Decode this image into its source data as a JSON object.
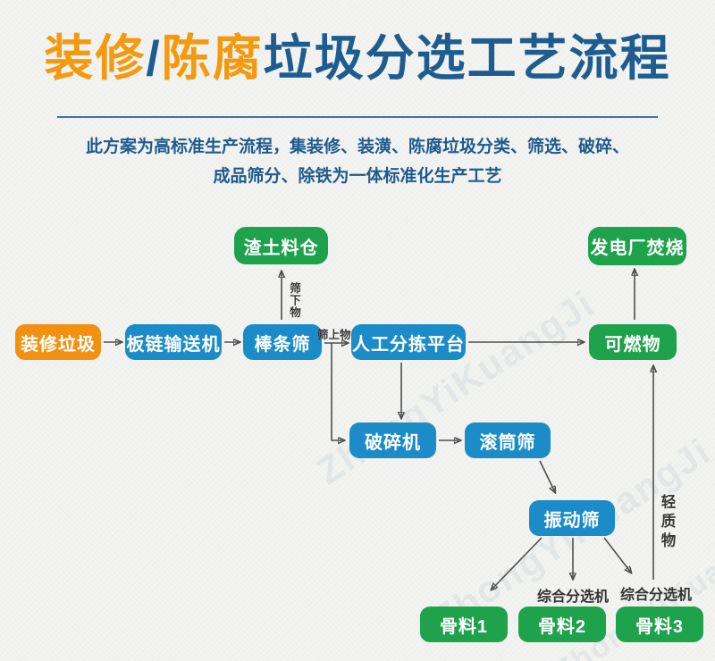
{
  "header": {
    "title": {
      "part1_orange": "装修",
      "slash": "/",
      "part2_orange": "陈腐",
      "part3_blue": "垃圾分选工艺流程"
    },
    "subtitle_line1": "此方案为高标准生产流程，集装修、装潢、陈腐垃圾分类、筛选、破碎、",
    "subtitle_line2": "成品筛分、除铁为一体标准化生产工艺"
  },
  "colors": {
    "title_blue": "#1d5c90",
    "title_orange": "#f59a0e",
    "node_blue": "#1b8cc7",
    "node_green": "#1ea24c",
    "node_orange": "#f29111",
    "arrow_gray": "#4f4f4f",
    "background": "#f3f4f1"
  },
  "flow": {
    "nodes": {
      "zhuangxiu_laji": {
        "label": "装修垃圾",
        "type": "input-orange"
      },
      "banlian_shusongji": {
        "label": "板链输送机",
        "type": "process-blue"
      },
      "bangtiao_shai": {
        "label": "棒条筛",
        "type": "process-blue"
      },
      "rengong_fenjian_pingtai": {
        "label": "人工分拣平台",
        "type": "process-blue"
      },
      "posuiji": {
        "label": "破碎机",
        "type": "process-blue"
      },
      "guntong_shai": {
        "label": "滚筒筛",
        "type": "process-blue"
      },
      "zhendong_shai": {
        "label": "振动筛",
        "type": "process-blue"
      },
      "zhatu_liaocang": {
        "label": "渣土料仓",
        "type": "output-green"
      },
      "fadianchang_fenshao": {
        "label": "发电厂焚烧",
        "type": "output-green"
      },
      "keranwu": {
        "label": "可燃物",
        "type": "output-green"
      },
      "guliao1": {
        "label": "骨料1",
        "type": "output-green"
      },
      "guliao2": {
        "label": "骨料2",
        "type": "output-green"
      },
      "guliao3": {
        "label": "骨料3",
        "type": "output-green"
      }
    },
    "edge_labels": {
      "sieve_underflow": "筛下物",
      "sieve_overflow": "筛上物",
      "light_material": "轻质物",
      "combined_sorter_1": "综合分选机",
      "combined_sorter_2": "综合分选机"
    }
  },
  "watermark": {
    "text": "ZhongYiKuangJi"
  }
}
